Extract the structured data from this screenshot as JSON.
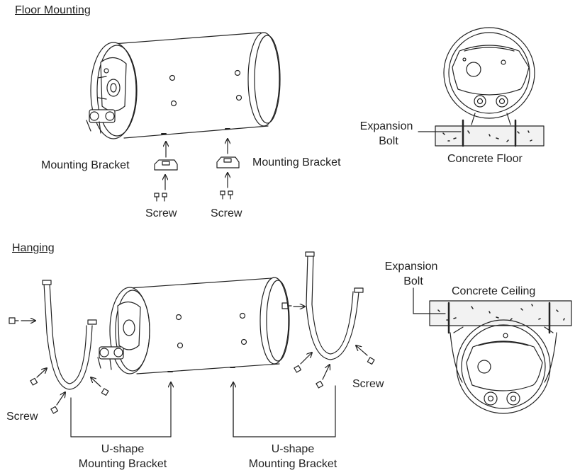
{
  "sections": {
    "floor": {
      "heading": "Floor Mounting",
      "bracket_left_label": "Mounting Bracket",
      "bracket_right_label": "Mounting Bracket",
      "screw_left_label": "Screw",
      "screw_right_label": "Screw",
      "expansion_bolt_label_line1": "Expansion",
      "expansion_bolt_label_line2": "Bolt",
      "surface_label": "Concrete Floor"
    },
    "hanging": {
      "heading": "Hanging",
      "screw_left_label": "Screw",
      "screw_right_label": "Screw",
      "ushape_left_line1": "U-shape",
      "ushape_left_line2": "Mounting Bracket",
      "ushape_right_line1": "U-shape",
      "ushape_right_line2": "Mounting Bracket",
      "expansion_bolt_label_line1": "Expansion",
      "expansion_bolt_label_line2": "Bolt",
      "surface_label": "Concrete Ceiling"
    }
  },
  "colors": {
    "line": "#222222",
    "background": "#ffffff",
    "concrete": "#f2f2f2"
  }
}
